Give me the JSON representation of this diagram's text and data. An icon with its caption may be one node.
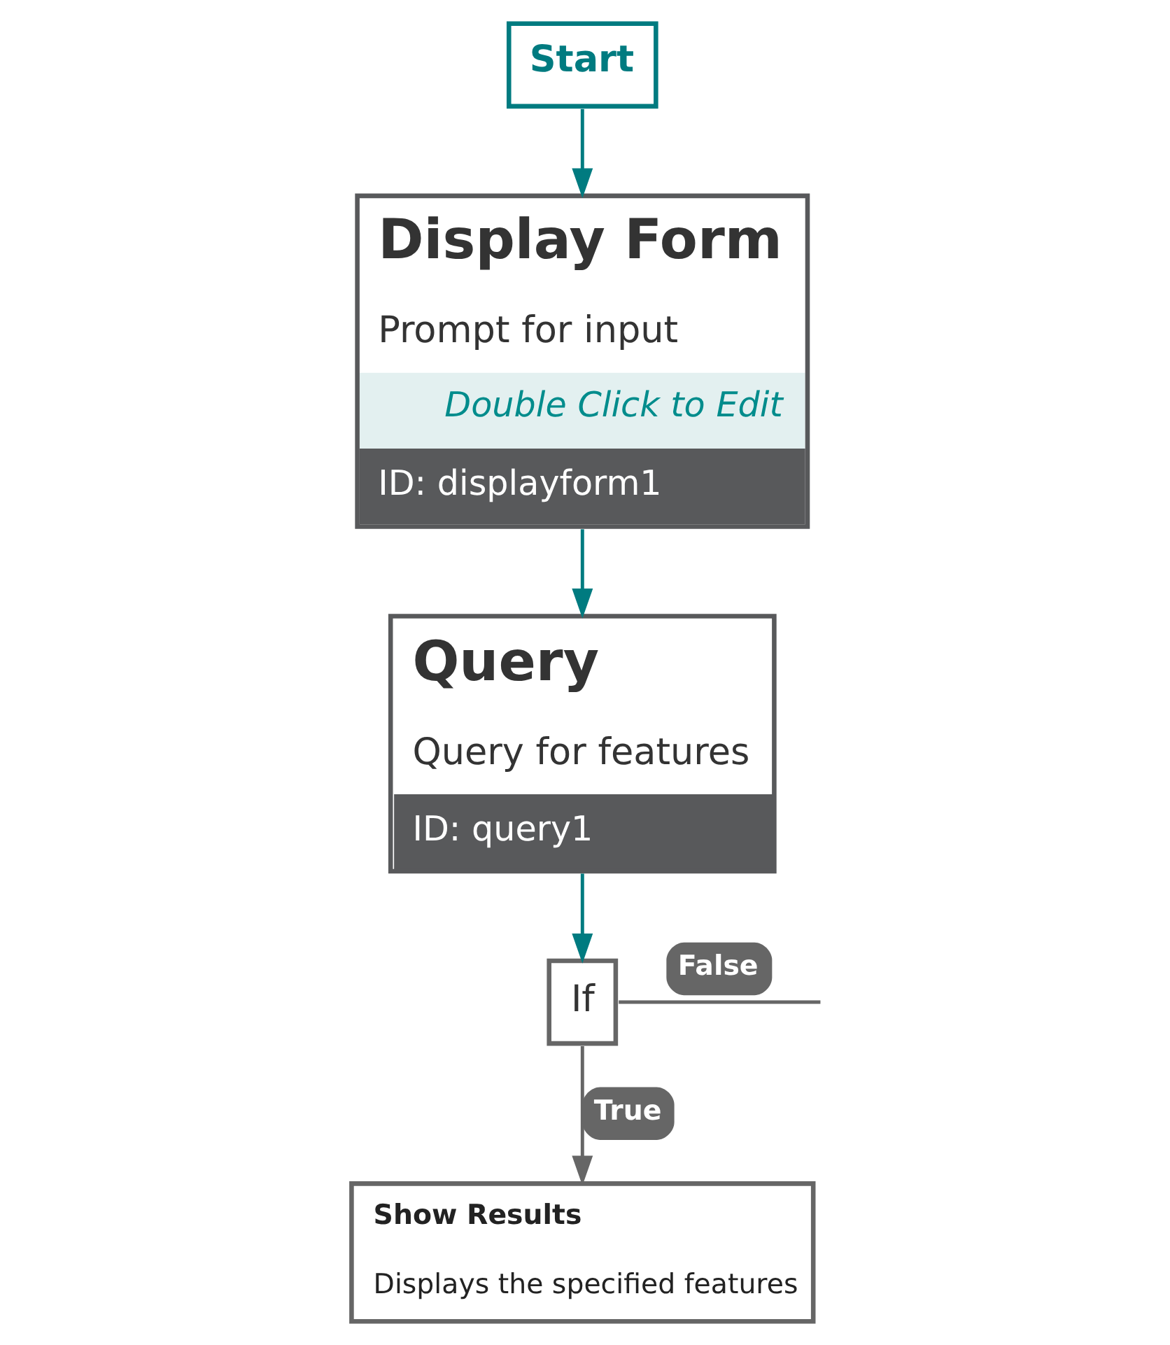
{
  "diagram": {
    "nodes": [
      {
        "text": [
          "Start"
        ]
      },
      {
        "text": [
          "Display Form",
          "Prompt for input",
          "Double Click to Edit",
          "ID: displayform1"
        ]
      },
      {
        "text": [
          "Query",
          "Query for features",
          "ID: query1"
        ]
      },
      {
        "text": [
          "If"
        ]
      },
      {
        "text": [
          "Show Results",
          "Displays the specified features"
        ]
      }
    ],
    "edges": [
      {
        "from": 0,
        "to": 1,
        "arrow": "to"
      },
      {
        "from": 1,
        "to": 2,
        "arrow": "to"
      },
      {
        "from": 2,
        "to": 3,
        "arrow": "to"
      },
      {
        "from": 3,
        "to": 4,
        "arrow": "to",
        "label": "True",
        "color": "#666666"
      },
      {
        "from": 3,
        "to": null,
        "arrow": "none",
        "label": "False",
        "color": "#666666"
      }
    ]
  }
}
